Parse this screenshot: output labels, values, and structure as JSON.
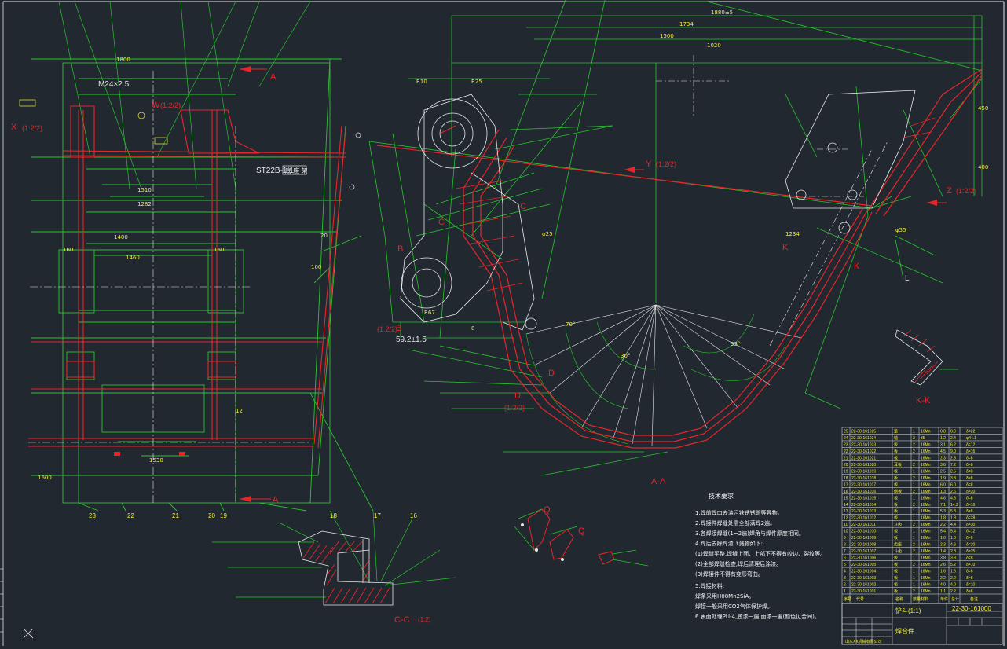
{
  "drawing": {
    "background": "#212830",
    "colors": {
      "green": "#27c62b",
      "red": "#e8262a",
      "white": "#e8e8e8",
      "yellow": "#f2ee3a"
    },
    "section_labels": {
      "a_top": "A",
      "a_bottom": "A",
      "x_ref": "X",
      "x_ref_note": "(1:2/2)",
      "w_ref": "W",
      "w_ref_note": "(1:2/2)",
      "b_upper": "B",
      "b_lower": "B",
      "b_note": "(1:2/2)",
      "c_left": "C",
      "c_right": "C",
      "d_upper": "D",
      "d_lower": "D",
      "d_note": "(1:2/2)",
      "y_ref": "Y",
      "y_ref_note": "(1:2/2)",
      "z_ref": "Z",
      "z_ref_note": "(1:2/2)",
      "k_left": "K",
      "k_right": "K",
      "kk": "K-K",
      "aa": "A-A",
      "cc": "C-C",
      "cc_note": "(1:2)",
      "q_left": "Q",
      "q_right": "Q"
    },
    "annotations": {
      "thread": "M24×2.5",
      "part_code": "ST22B-1.1-",
      "part_code_box": "底 座 架",
      "dim_main": "59.2±1.5",
      "pin_note": "L"
    },
    "balloons": [
      "23",
      "22",
      "21",
      "20",
      "19",
      "18",
      "17",
      "16"
    ],
    "tech_requirements": {
      "title": "技术要求",
      "lines": [
        "1.焊前焊口去油污铁锈锈斑等异物。",
        "2.焊接件焊缝处需全部满焊2遍。",
        "3.各焊接焊缝(1~2遍)焊角与焊件厚度相同。",
        "4.焊后去除焊渣飞溅物如下:",
        "(1)焊缝平整,焊缝上面、上部下不得有咬边、裂纹等。",
        "(2)全部焊缝检查,焊后清理后涂漆。",
        "(3)焊接件不得有变形弯曲。",
        "5.焊接材料:",
        "焊条采用H08Mn2SiA。",
        "焊接一般采用CO2气体保护焊。",
        "6.表面处理PU-4,底漆一遍,面漆一遍(颜色见合同)。"
      ]
    },
    "title_block": {
      "drawing_number": "22-30-161000",
      "part_name": "铲斗(1:1)",
      "sub_label": "焊合件",
      "company": "山东XX机械有限公司",
      "headers": [
        "序号",
        "代号",
        "名称",
        "数量",
        "材料",
        "单件",
        "总计",
        "备注"
      ]
    },
    "bom_rows": [
      [
        "25",
        "22-30-161025",
        "垫",
        "1",
        "16Mn",
        "0.8",
        "0.8",
        "δ=22"
      ],
      [
        "24",
        "22-30-161024",
        "轴",
        "2",
        "35",
        "1.2",
        "2.4",
        "φ44.1"
      ],
      [
        "23",
        "22-30-161023",
        "板",
        "2",
        "16Mn",
        "3.1",
        "6.2",
        "δ=12"
      ],
      [
        "22",
        "22-30-161022",
        "板",
        "2",
        "16Mn",
        "4.5",
        "9.0",
        "δ=16"
      ],
      [
        "21",
        "22-30-161021",
        "板",
        "1",
        "16Mn",
        "2.3",
        "2.3",
        "δ=8"
      ],
      [
        "20",
        "22-30-161020",
        "耳板",
        "2",
        "16Mn",
        "3.6",
        "7.2",
        "δ=8"
      ],
      [
        "19",
        "22-30-161019",
        "板",
        "1",
        "16Mn",
        "2.5",
        "2.5",
        "δ=8"
      ],
      [
        "18",
        "22-30-161018",
        "板",
        "2",
        "16Mn",
        "1.9",
        "3.8",
        "δ=8"
      ],
      [
        "17",
        "22-30-161017",
        "板",
        "1",
        "16Mn",
        "6.0",
        "6.0",
        "δ=8"
      ],
      [
        "16",
        "22-30-161016",
        "侧板",
        "2",
        "16Mn",
        "1.3",
        "2.6",
        "δ=20"
      ],
      [
        "15",
        "22-30-161015",
        "板",
        "1",
        "16Mn",
        "4.6",
        "4.6",
        "δ=8"
      ],
      [
        "14",
        "22-30-161014",
        "板",
        "2",
        "16Mn",
        "7.1",
        "14.2",
        "δ=16"
      ],
      [
        "13",
        "22-30-161013",
        "板",
        "1",
        "16Mn",
        "5.3",
        "5.3",
        "δ=8"
      ],
      [
        "12",
        "22-30-161012",
        "板",
        "1",
        "16Mn",
        "1.8",
        "1.8",
        "δ=28"
      ],
      [
        "11",
        "22-30-161011",
        "斗齿",
        "2",
        "16Mn",
        "2.2",
        "4.4",
        "δ=30"
      ],
      [
        "10",
        "22-30-161010",
        "板",
        "1",
        "16Mn",
        "5.4",
        "5.4",
        "δ=12"
      ],
      [
        "9",
        "22-30-161009",
        "板",
        "1",
        "16Mn",
        "1.0",
        "1.0",
        "δ=6"
      ],
      [
        "8",
        "22-30-161008",
        "齿座",
        "2",
        "16Mn",
        "2.3",
        "4.6",
        "δ=20"
      ],
      [
        "7",
        "22-30-161007",
        "斗齿",
        "2",
        "16Mn",
        "1.4",
        "2.8",
        "δ=25"
      ],
      [
        "6",
        "22-30-161006",
        "板",
        "1",
        "16Mn",
        "3.8",
        "3.8",
        "δ=8"
      ],
      [
        "5",
        "22-30-161005",
        "板",
        "2",
        "16Mn",
        "2.6",
        "5.2",
        "δ=10"
      ],
      [
        "4",
        "22-30-161004",
        "板",
        "1",
        "16Mn",
        "1.6",
        "1.6",
        "δ=6"
      ],
      [
        "3",
        "22-30-161003",
        "板",
        "1",
        "16Mn",
        "2.2",
        "2.2",
        "δ=8"
      ],
      [
        "2",
        "22-30-161002",
        "板",
        "1",
        "16Mn",
        "4.0",
        "4.0",
        "δ=10"
      ],
      [
        "1",
        "22-30-161001",
        "板",
        "2",
        "16Mn",
        "1.1",
        "2.2",
        "δ=8"
      ]
    ]
  }
}
